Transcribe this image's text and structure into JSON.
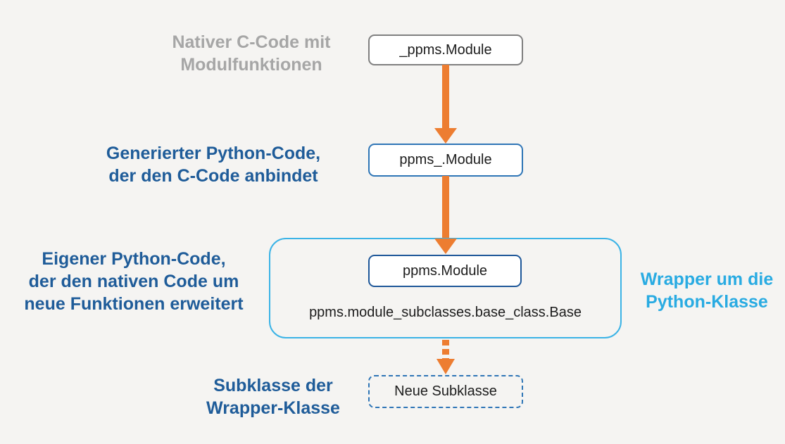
{
  "diagram": {
    "title_implicit": "ppms module wrapper architecture",
    "colors": {
      "background": "#F5F4F2",
      "orange_arrow": "#ED7D31",
      "gray_text": "#A6A6A6",
      "gray_border": "#7F7F7F",
      "dark_blue_text": "#1F5C99",
      "medium_blue_border": "#2E75B6",
      "navy_border": "#1E5799",
      "cyan_border": "#3BB3E6",
      "cyan_text": "#29ABE2"
    },
    "nodes": {
      "native": {
        "box_label": "_ppms.Module",
        "caption": "Nativer C-Code mit\nModulfunktionen"
      },
      "generated": {
        "box_label": "ppms_.Module",
        "caption": "Generierter Python-Code,\nder den C-Code anbindet"
      },
      "wrapper": {
        "box_label": "ppms.Module",
        "base_class": "ppms.module_subclasses.base_class.Base",
        "caption_left": "Eigener Python-Code,\nder den nativen Code um\nneue Funktionen erweitert",
        "caption_right": "Wrapper um die\nPython-Klasse"
      },
      "subclass": {
        "box_label": "Neue Subklasse",
        "caption": "Subklasse der\nWrapper-Klasse"
      }
    }
  }
}
